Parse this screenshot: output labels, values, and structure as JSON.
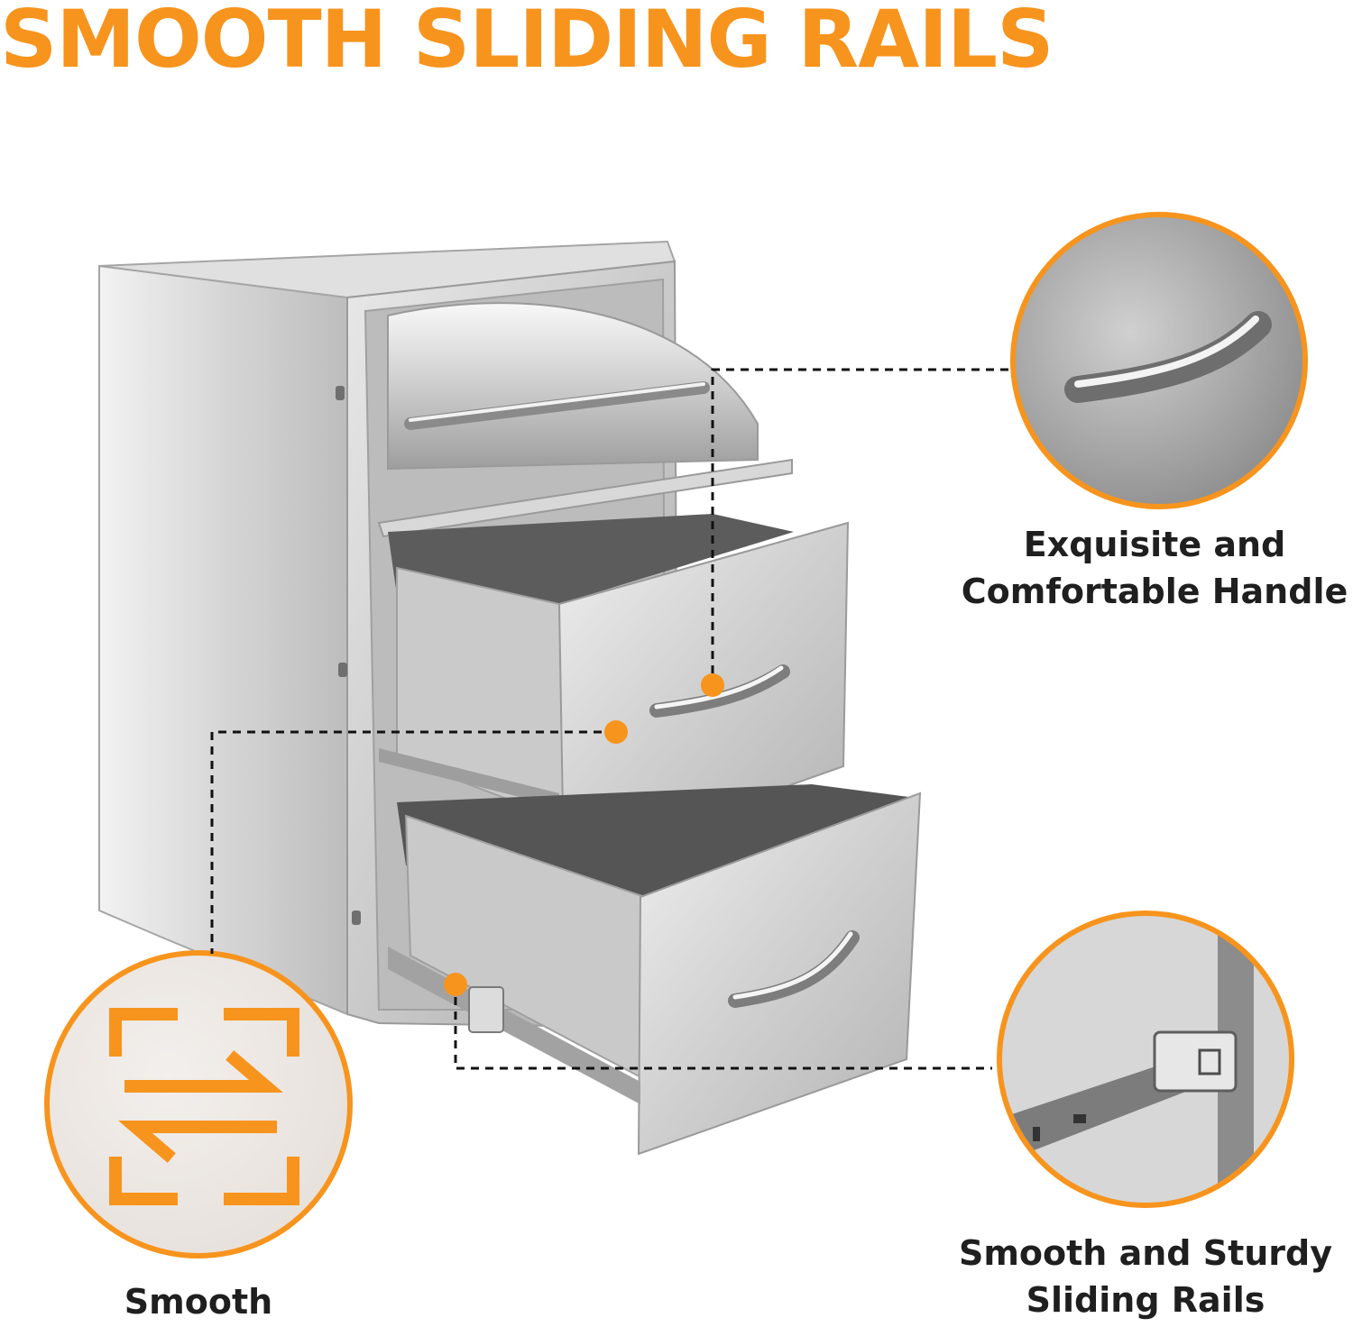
{
  "headline": "SMOOTH SLIDING RAILS",
  "callouts": {
    "handle": {
      "line1": "Exquisite and",
      "line2": "Comfortable Handle"
    },
    "rails": {
      "line1": "Smooth and Sturdy",
      "line2": "Sliding Rails"
    },
    "smooth": {
      "label": "Smooth"
    }
  },
  "icons": {
    "product": "triple-drawer-cabinet",
    "handle_detail": "drawer-handle",
    "rails_detail": "sliding-rail",
    "smooth": "sliding-arrows-icon"
  },
  "colors": {
    "accent": "#F7941D",
    "text": "#1F1F1F",
    "steel_light": "#E4E4E4",
    "steel_mid": "#BDBDBD",
    "steel_dark": "#8E8E8E"
  }
}
